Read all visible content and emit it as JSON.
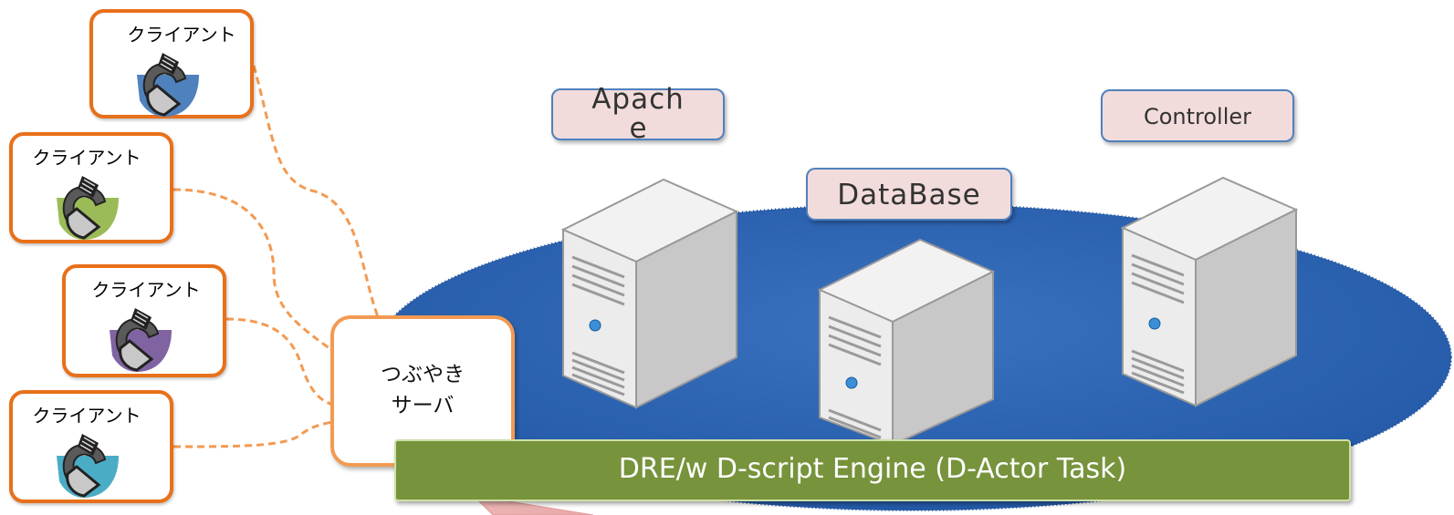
{
  "clients": [
    {
      "label": "クライアント",
      "color": "#4f81bd"
    },
    {
      "label": "クライアント",
      "color": "#9bbb59"
    },
    {
      "label": "クライアント",
      "color": "#8064a2"
    },
    {
      "label": "クライアント",
      "color": "#4bacc6"
    }
  ],
  "tsubuyaki_server": {
    "line1": "つぶやき",
    "line2": "サーバ"
  },
  "servers": [
    {
      "name": "Apache",
      "line1": "Apach",
      "line2": "e"
    },
    {
      "name": "DataBase"
    },
    {
      "name": "Controller"
    }
  ],
  "engine_label": "DRE/w D-script Engine (D-Actor Task)",
  "colors": {
    "client_border": "#e8701a",
    "connector": "#f39a52",
    "ellipse": "#2e63b0",
    "engine": "#77933c",
    "label_fill": "#f2dcdb",
    "label_border": "#4f81bd"
  }
}
